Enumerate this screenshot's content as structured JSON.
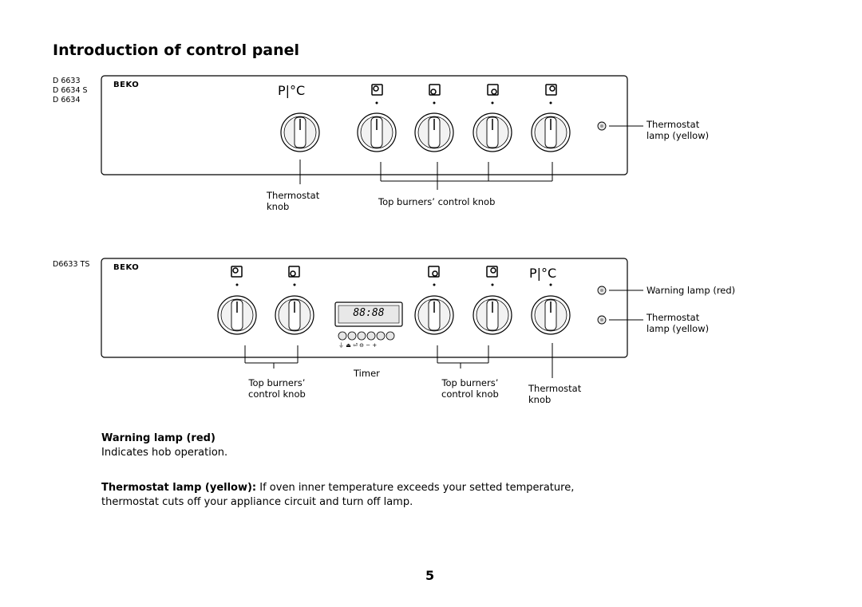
{
  "page": {
    "title": "Introduction of control panel",
    "page_number": "5"
  },
  "panel1": {
    "models": [
      "D 6633",
      "D 6634 S",
      "D 6634"
    ],
    "brand": "BEKO",
    "thermostat_symbol": "P|°C",
    "knob_icons": [
      "burner-rear-left-icon",
      "burner-front-left-icon",
      "burner-front-right-icon",
      "burner-rear-right-icon"
    ],
    "lamp_label_line1": "Thermostat",
    "lamp_label_line2": "lamp (yellow)",
    "thermostat_knob_line1": "Thermostat",
    "thermostat_knob_line2": "knob",
    "burners_knob_label": "Top burners’ control knob"
  },
  "panel2": {
    "model": "D6633 TS",
    "brand": "BEKO",
    "thermostat_symbol": "P|°C",
    "timer_display": "88:88",
    "timer_buttons_symbols": "⏚ ⏏ ⏎ ⊖ − +",
    "warning_lamp_label": "Warning lamp (red)",
    "thermostat_lamp_line1": "Thermostat",
    "thermostat_lamp_line2": "lamp (yellow)",
    "left_burners_line1": "Top burners’",
    "left_burners_line2": "control knob",
    "timer_label": "Timer",
    "right_burners_line1": "Top burners’",
    "right_burners_line2": "control knob",
    "thermostat_knob_line1": "Thermostat",
    "thermostat_knob_line2": "knob"
  },
  "notes": {
    "warning_heading": "Warning lamp (red)",
    "warning_text": "Indicates hob operation.",
    "thermostat_heading": "Thermostat lamp (yellow):",
    "thermostat_text_line1": " If oven inner temperature exceeds your setted temperature,",
    "thermostat_text_line2": "thermostat cuts off your appliance circuit and turn off lamp."
  }
}
